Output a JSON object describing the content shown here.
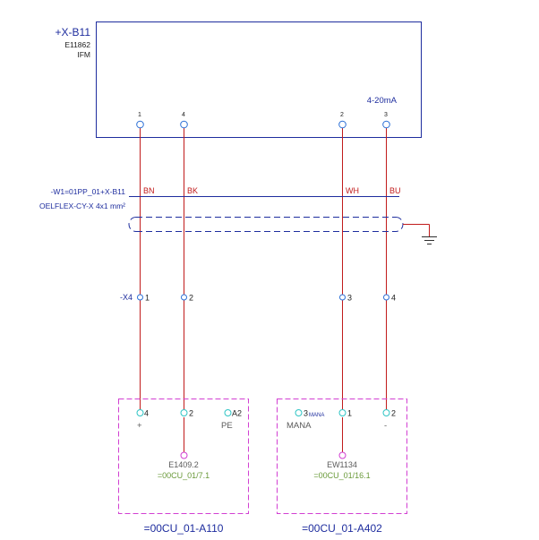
{
  "device": {
    "tag": "+X-B11",
    "part_number": "E11862",
    "manufacturer": "IFM",
    "signal": "4-20mA",
    "pins": [
      "1",
      "4",
      "2",
      "3"
    ]
  },
  "cable": {
    "tag": "-W1=01PP_01+X-B11",
    "type": "OELFLEX-CY-X 4x1 mm²",
    "cores": [
      "BN",
      "BK",
      "WH",
      "BU"
    ]
  },
  "terminal_strip": {
    "tag": "-X4",
    "terminals": [
      "1",
      "2",
      "3",
      "4"
    ]
  },
  "module_a110": {
    "tag": "=00CU_01-A110",
    "pins": [
      "4",
      "2",
      "A2"
    ],
    "pin_labels": [
      "+",
      "PE"
    ],
    "part": "E1409.2",
    "ref": "=00CU_01/7.1"
  },
  "module_a402": {
    "tag": "=00CU_01-A402",
    "pins": [
      "3",
      "1",
      "2"
    ],
    "pin_sub": "MANA",
    "pin_labels": [
      "MANA",
      "-"
    ],
    "part": "EW1134",
    "ref": "=00CU_01/16.1"
  },
  "colors": {
    "outline": "#1e2d9e",
    "wire": "#c11b1b",
    "connector": "#2b6fd6",
    "module_border": "#d23fd2",
    "module_connector": "#2fc4c4",
    "reference": "#6a9a3a"
  }
}
